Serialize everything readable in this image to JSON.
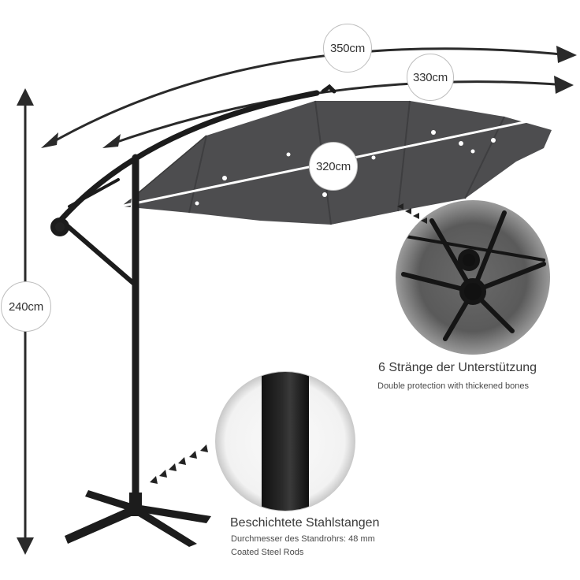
{
  "dimensions": {
    "total_width": "350cm",
    "arm_width": "330cm",
    "canopy_diameter": "320cm",
    "height": "240cm"
  },
  "detail_ribs": {
    "title": "6 Stränge der Unterstützung",
    "subtitle": "Double protection with thickened bones"
  },
  "detail_pole": {
    "title": "Beschichtete Stahlstangen",
    "line1": "Durchmesser des Standrohrs: 48 mm",
    "line2": "Coated Steel Rods"
  },
  "colors": {
    "canopy": "#4d4d4f",
    "frame": "#1c1c1c",
    "arrow": "#2a2a2a",
    "background": "#ffffff"
  }
}
